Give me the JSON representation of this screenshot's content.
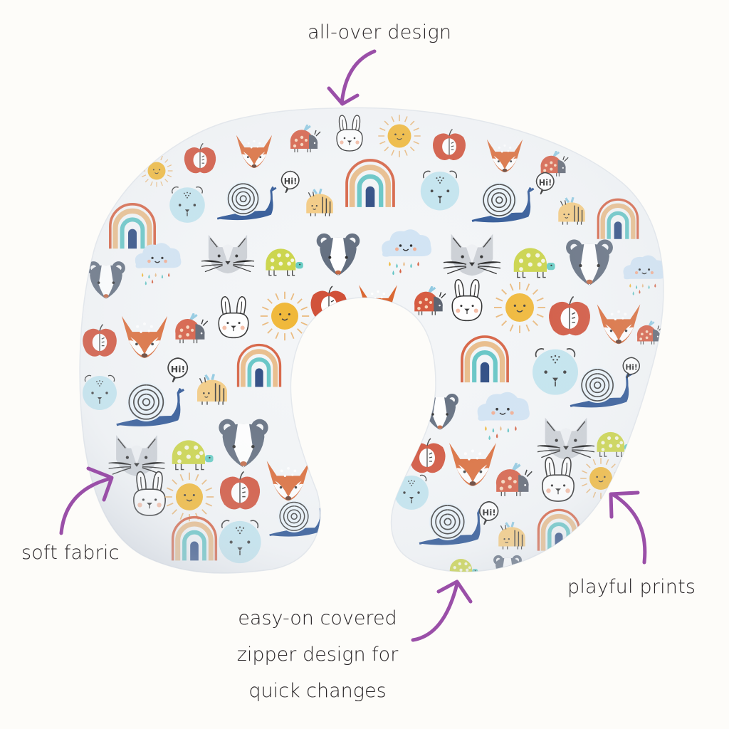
{
  "product": {
    "name": "nursing-pillow",
    "pattern_motifs": [
      "fox",
      "apple",
      "sun",
      "rainbow",
      "bear",
      "snail",
      "bee",
      "badger",
      "cat",
      "turtle",
      "cloud",
      "ladybug",
      "bunny"
    ],
    "speech_bubble_text": "Hi!"
  },
  "callouts": {
    "all_over": "all-over design",
    "soft_fabric": "soft fabric",
    "playful_prints": "playful prints",
    "zipper": {
      "line1": "easy-on covered",
      "line2": "zipper design for",
      "line3": "quick changes"
    }
  },
  "colors": {
    "background": "#fdfcf9",
    "arrow": "#9a4fa8",
    "label_text": "#2a2628",
    "fabric": "#f3f5f7",
    "fox": "#d9642e",
    "apple": "#cf4a31",
    "sun": "#f0b42d",
    "bear": "#bfe3ee",
    "snail": "#1f4a8e",
    "bee": "#f4c87a",
    "badger": "#5a6678",
    "cat": "#c9cdd3",
    "turtle": "#c8d23c",
    "cloud": "#cfe2f3",
    "ladybug": "#d4553a",
    "rainbow_red": "#d55b3a",
    "rainbow_tan": "#e8b984",
    "rainbow_teal": "#5cc2c2",
    "rainbow_navy": "#1f3f7a"
  }
}
